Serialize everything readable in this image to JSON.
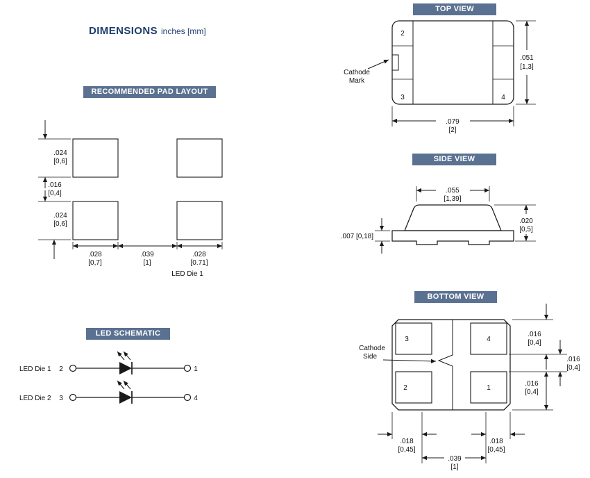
{
  "title": {
    "text": "DIMENSIONS",
    "units": "inches [mm]"
  },
  "colors": {
    "accent": "#5b7191",
    "ink": "#1a1a1a",
    "navy": "#1e3d6e"
  },
  "pad_layout": {
    "header": "RECOMMENDED PAD LAYOUT",
    "dim_pad_height_top": {
      "in": ".024",
      "mm": "[0,6]"
    },
    "dim_gap": {
      "in": ".016",
      "mm": "[0,4]"
    },
    "dim_pad_height_bottom": {
      "in": ".024",
      "mm": "[0,6]"
    },
    "dim_pad_width_left": {
      "in": ".028",
      "mm": "[0,7]"
    },
    "dim_pitch": {
      "in": ".039",
      "mm": "[1]"
    },
    "dim_pad_width_right": {
      "in": ".028",
      "mm": "[0.71]"
    },
    "note": "LED Die 1"
  },
  "top_view": {
    "header": "TOP VIEW",
    "cathode_mark_line1": "Cathode",
    "cathode_mark_line2": "Mark",
    "pin2": "2",
    "pin3": "3",
    "pin4": "4",
    "dim_height": {
      "in": ".051",
      "mm": "[1,3]"
    },
    "dim_width": {
      "in": ".079",
      "mm": "[2]"
    }
  },
  "side_view": {
    "header": "SIDE VIEW",
    "dim_top_width": {
      "in": ".055",
      "mm": "[1,39]"
    },
    "dim_base_thickness": ".007 [0,18]",
    "dim_height": {
      "in": ".020",
      "mm": "[0,5]"
    }
  },
  "bottom_view": {
    "header": "BOTTOM VIEW",
    "cathode_side_line1": "Cathode",
    "cathode_side_line2": "Side",
    "pad1": "1",
    "pad2": "2",
    "pad3": "3",
    "pad4": "4",
    "dim_right_top": {
      "in": ".016",
      "mm": "[0,4]"
    },
    "dim_right_middle": {
      "in": ".016",
      "mm": "[0,4]"
    },
    "dim_right_bottom": {
      "in": ".016",
      "mm": "[0,4]"
    },
    "dim_bottom_left": {
      "in": ".018",
      "mm": "[0,45]"
    },
    "dim_bottom_right": {
      "in": ".018",
      "mm": "[0,45]"
    },
    "dim_bottom_center": {
      "in": ".039",
      "mm": "[1]"
    }
  },
  "schematic": {
    "header": "LED SCHEMATIC",
    "rows": [
      {
        "label": "LED Die 1",
        "left_pin": "2",
        "right_pin": "1"
      },
      {
        "label": "LED Die 2",
        "left_pin": "3",
        "right_pin": "4"
      }
    ]
  }
}
